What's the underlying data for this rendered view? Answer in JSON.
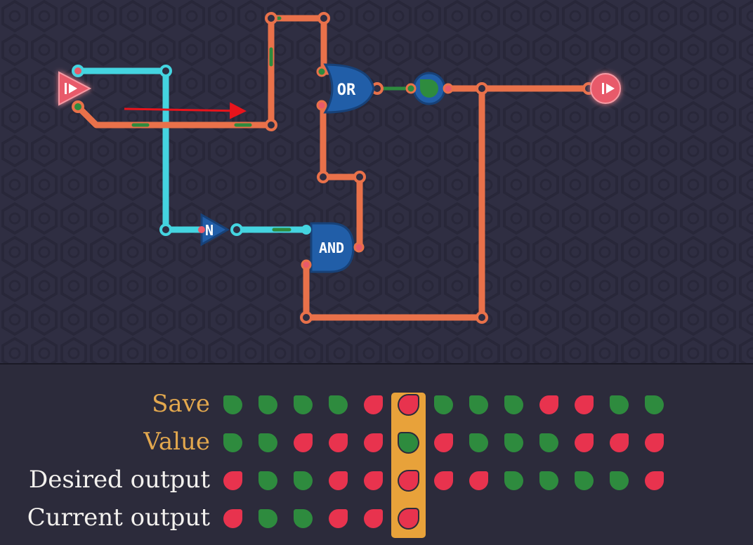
{
  "colors": {
    "on": "#2e8b3e",
    "off": "#e8334e",
    "wire_active": "#e9714a",
    "wire_inactive": "#44d4e0",
    "gate_fill": "#215ea8",
    "gate_stroke": "#174178",
    "panel_label_orange": "#e3a84e",
    "panel_label_white": "#f3f1ee",
    "highlight": "#e8a23a",
    "io_node": "#e85a6a",
    "annotation_arrow": "#e8141c"
  },
  "circuit": {
    "gates": [
      {
        "id": "or-gate",
        "label": "OR",
        "icon": "or-gate-icon"
      },
      {
        "id": "and-gate",
        "label": "AND",
        "icon": "and-gate-icon"
      },
      {
        "id": "not-gate",
        "label": "N",
        "icon": "not-gate-icon"
      }
    ],
    "input_node_icon": "play-input-icon",
    "output_node_icon": "play-output-icon",
    "memory_node_state": "on"
  },
  "panel": {
    "highlight_column": 5,
    "rows": [
      {
        "label": "Save",
        "label_color": "orange",
        "values": [
          "on",
          "on",
          "on",
          "on",
          "off",
          "off",
          "on",
          "on",
          "on",
          "off",
          "off",
          "on",
          "on"
        ]
      },
      {
        "label": "Value",
        "label_color": "orange",
        "values": [
          "on",
          "on",
          "off",
          "off",
          "off",
          "on",
          "off",
          "on",
          "on",
          "on",
          "off",
          "off",
          "off"
        ]
      },
      {
        "label": "Desired output",
        "label_color": "white",
        "values": [
          "off",
          "on",
          "on",
          "off",
          "off",
          "off",
          "off",
          "off",
          "on",
          "on",
          "on",
          "on",
          "off"
        ]
      },
      {
        "label": "Current output",
        "label_color": "white",
        "values": [
          "off",
          "on",
          "on",
          "off",
          "off",
          "off"
        ]
      }
    ]
  }
}
